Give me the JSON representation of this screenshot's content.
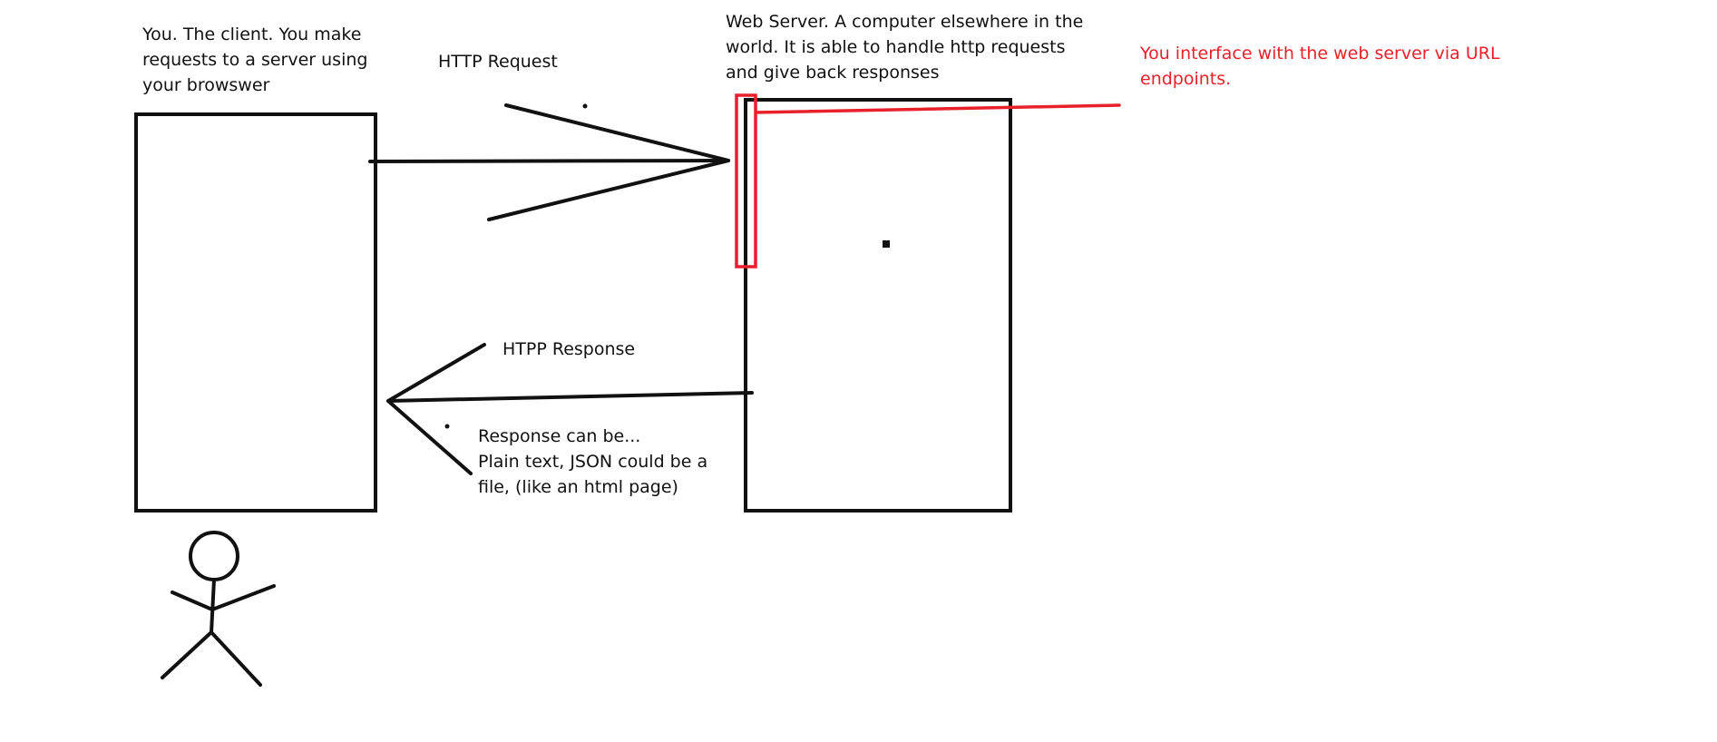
{
  "colors": {
    "ink": "#111111",
    "accent": "#e8202a",
    "background": "#ffffff"
  },
  "labels": {
    "client": "You. The client. You make\nrequests to a server using\nyour browswer",
    "http_request": "HTTP Request",
    "web_server": "Web Server. A computer elsewhere in the\nworld. It is able to handle http requests\nand give back responses",
    "url_note": "You interface with the web server via URL\nendpoints.",
    "http_response": "HTPP Response",
    "response_types": "Response can be...\nPlain text, JSON could be a\nfile, (like an html page)"
  }
}
